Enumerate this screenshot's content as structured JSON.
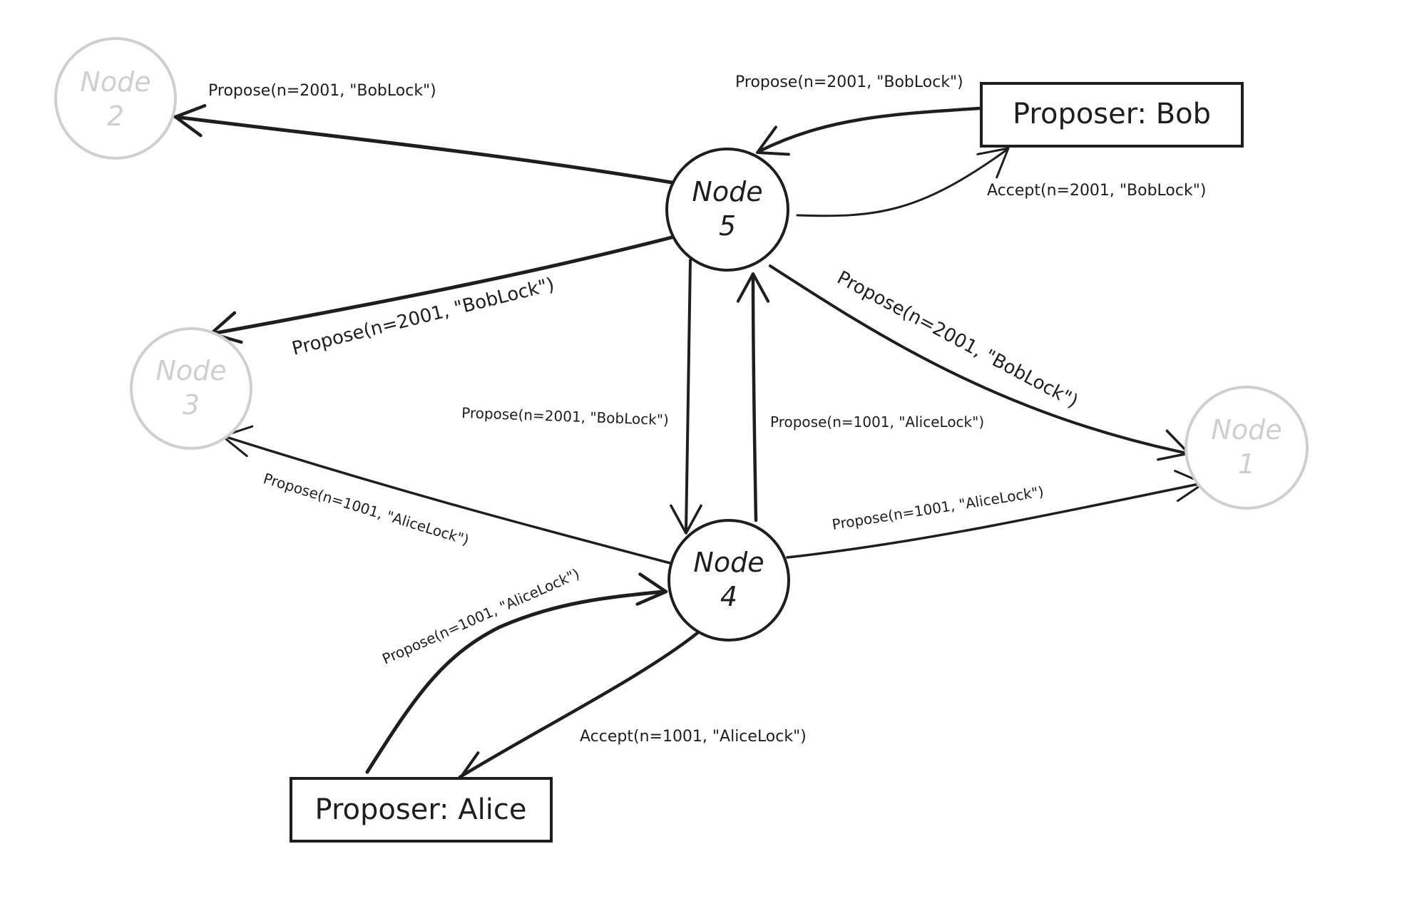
{
  "colors": {
    "ink": "#1e1e1e",
    "inactive": "#cfcfcf",
    "background": "#ffffff"
  },
  "nodes": [
    {
      "id": "node-2",
      "label_line1": "Node",
      "label_line2": "2",
      "state": "inactive"
    },
    {
      "id": "node-5",
      "label_line1": "Node",
      "label_line2": "5",
      "state": "active"
    },
    {
      "id": "node-3",
      "label_line1": "Node",
      "label_line2": "3",
      "state": "inactive"
    },
    {
      "id": "node-1",
      "label_line1": "Node",
      "label_line2": "1",
      "state": "inactive"
    },
    {
      "id": "node-4",
      "label_line1": "Node",
      "label_line2": "4",
      "state": "active"
    }
  ],
  "proposers": [
    {
      "id": "proposer-bob",
      "label": "Proposer: Bob"
    },
    {
      "id": "proposer-alice",
      "label": "Proposer: Alice"
    }
  ],
  "edges": [
    {
      "id": "node5-to-node2",
      "from": "node-5",
      "to": "node-2",
      "label": "Propose(n=2001, \"BobLock\")"
    },
    {
      "id": "bob-to-node5",
      "from": "proposer-bob",
      "to": "node-5",
      "label": "Propose(n=2001, \"BobLock\")"
    },
    {
      "id": "node5-to-bob",
      "from": "node-5",
      "to": "proposer-bob",
      "label": "Accept(n=2001, \"BobLock\")"
    },
    {
      "id": "node5-to-node3",
      "from": "node-5",
      "to": "node-3",
      "label": "Propose(n=2001, \"BobLock\")"
    },
    {
      "id": "node5-to-node1",
      "from": "node-5",
      "to": "node-1",
      "label": "Propose(n=2001, \"BobLock\")"
    },
    {
      "id": "node5-to-node4",
      "from": "node-5",
      "to": "node-4",
      "label": "Propose(n=2001, \"BobLock\")"
    },
    {
      "id": "node4-to-node5",
      "from": "node-4",
      "to": "node-5",
      "label": "Propose(n=1001, \"AliceLock\")"
    },
    {
      "id": "node4-to-node3",
      "from": "node-4",
      "to": "node-3",
      "label": "Propose(n=1001, \"AliceLock\")"
    },
    {
      "id": "node4-to-node1",
      "from": "node-4",
      "to": "node-1",
      "label": "Propose(n=1001, \"AliceLock\")"
    },
    {
      "id": "alice-to-node4",
      "from": "proposer-alice",
      "to": "node-4",
      "label": "Propose(n=1001, \"AliceLock\")"
    },
    {
      "id": "node4-to-alice",
      "from": "node-4",
      "to": "proposer-alice",
      "label": "Accept(n=1001, \"AliceLock\")"
    }
  ]
}
